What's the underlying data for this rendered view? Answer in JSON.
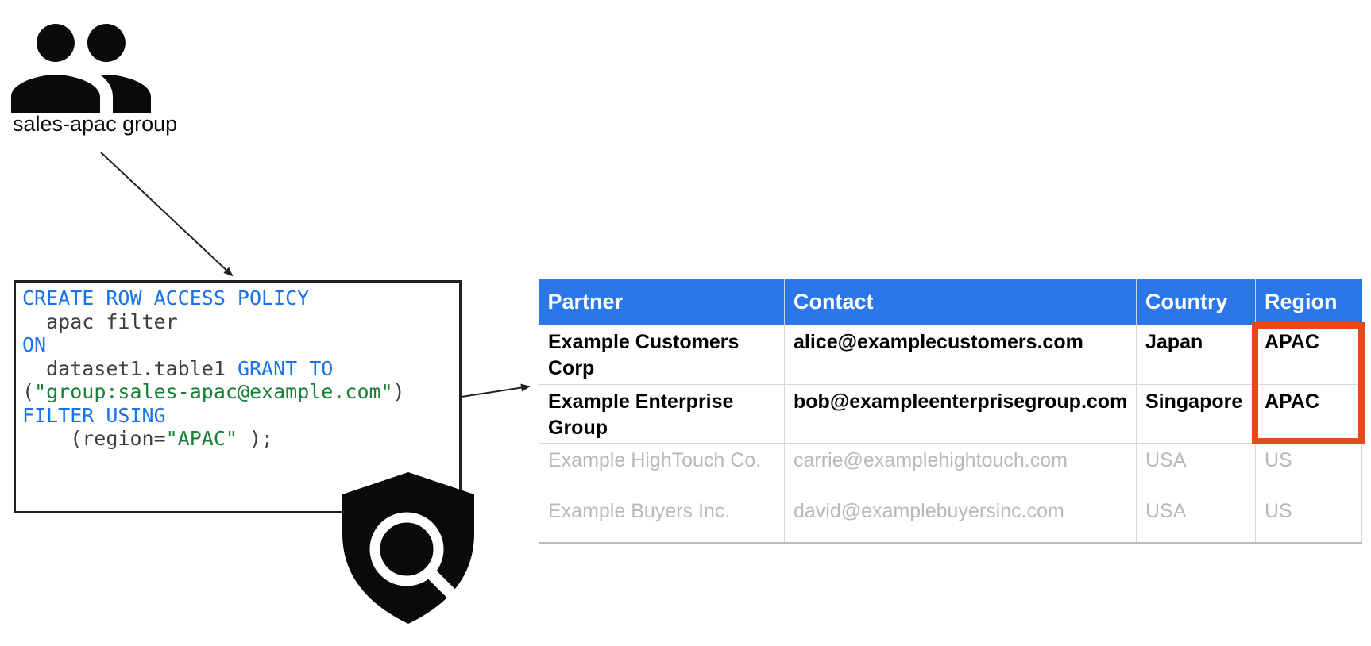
{
  "group": {
    "label": "sales-apac group"
  },
  "icons": {
    "people": "people-group-icon",
    "shield": "shield-search-icon"
  },
  "code": {
    "lines": [
      {
        "segments": [
          {
            "text": "CREATE ROW ACCESS POLICY",
            "type": "keyword"
          }
        ]
      },
      {
        "segments": [
          {
            "text": "  apac_filter",
            "type": "plain"
          }
        ]
      },
      {
        "segments": [
          {
            "text": "ON",
            "type": "keyword"
          }
        ]
      },
      {
        "segments": [
          {
            "text": "  dataset1.table1 ",
            "type": "plain"
          },
          {
            "text": "GRANT TO",
            "type": "keyword"
          }
        ]
      },
      {
        "segments": [
          {
            "text": "(",
            "type": "plain"
          },
          {
            "text": "\"group:sales-apac@example.com\"",
            "type": "string"
          },
          {
            "text": ")",
            "type": "plain"
          }
        ]
      },
      {
        "segments": [
          {
            "text": "FILTER USING",
            "type": "keyword"
          }
        ]
      },
      {
        "segments": [
          {
            "text": "    (region=",
            "type": "plain"
          },
          {
            "text": "\"APAC\"",
            "type": "string"
          },
          {
            "text": " );",
            "type": "plain"
          }
        ]
      }
    ]
  },
  "table": {
    "headers": [
      "Partner",
      "Contact",
      "Country",
      "Region"
    ],
    "rows": [
      {
        "cells": [
          "Example Customers Corp",
          "alice@examplecustomers.com",
          "Japan",
          "APAC"
        ],
        "muted": false
      },
      {
        "cells": [
          "Example Enterprise Group",
          "bob@exampleenterprisegroup.com",
          "Singapore",
          "APAC"
        ],
        "muted": false
      },
      {
        "cells": [
          "Example HighTouch Co.",
          "carrie@examplehightouch.com",
          "USA",
          "US"
        ],
        "muted": true
      },
      {
        "cells": [
          "Example Buyers Inc.",
          "david@examplebuyersinc.com",
          "USA",
          "US"
        ],
        "muted": true
      }
    ]
  },
  "colors": {
    "header_bg": "#2b77e8",
    "keyword_blue": "#1a73e8",
    "string_green": "#188038",
    "plain_code": "#3c4043",
    "highlight_red": "#e64a19",
    "muted_text": "#b6b9bd",
    "icon_black": "#0a0a0a"
  }
}
